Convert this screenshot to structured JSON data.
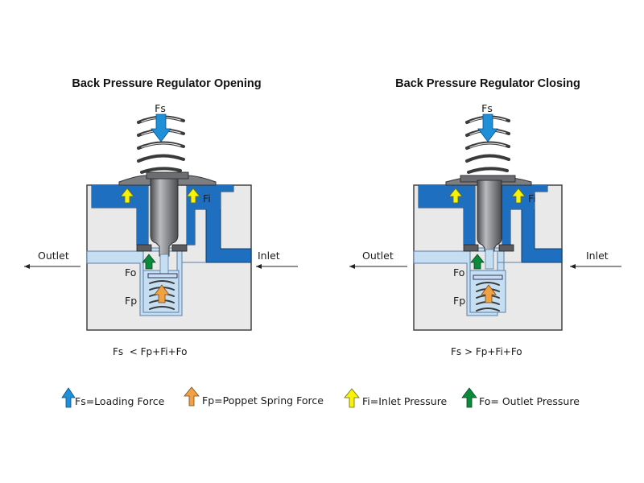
{
  "panels": [
    {
      "title": "Back Pressure Regulator Opening",
      "label_fs": "Fs",
      "label_fi": "Fi",
      "label_fo": "Fo",
      "label_fp": "Fp",
      "label_outlet": "Outlet",
      "label_inlet": "Inlet",
      "equation": "Fs  < Fp+Fi+Fo"
    },
    {
      "title": "Back Pressure Regulator Closing",
      "label_fs": "Fs",
      "label_fi": "Fi",
      "label_fo": "Fo",
      "label_fp": "Fp",
      "label_outlet": "Outlet",
      "label_inlet": "Inlet",
      "equation": "Fs > Fp+Fi+Fo"
    }
  ],
  "legend": [
    {
      "label": "Fs=Loading Force",
      "color": "#1f8fd8",
      "icon": "arrow-up-icon"
    },
    {
      "label": "Fp=Poppet Spring Force",
      "color": "#f2a044",
      "icon": "arrow-up-icon"
    },
    {
      "label": "Fi=Inlet Pressure",
      "color": "#f7f20a",
      "icon": "arrow-up-icon"
    },
    {
      "label": "Fo= Outlet Pressure",
      "color": "#0a8a3a",
      "icon": "arrow-up-icon"
    }
  ],
  "colors": {
    "body": "#e9e9ea",
    "inlet_fluid": "#1e6fc0",
    "outlet_fluid": "#c5def2",
    "piston": "#6b6d70",
    "seat": "#5a5c5f"
  }
}
